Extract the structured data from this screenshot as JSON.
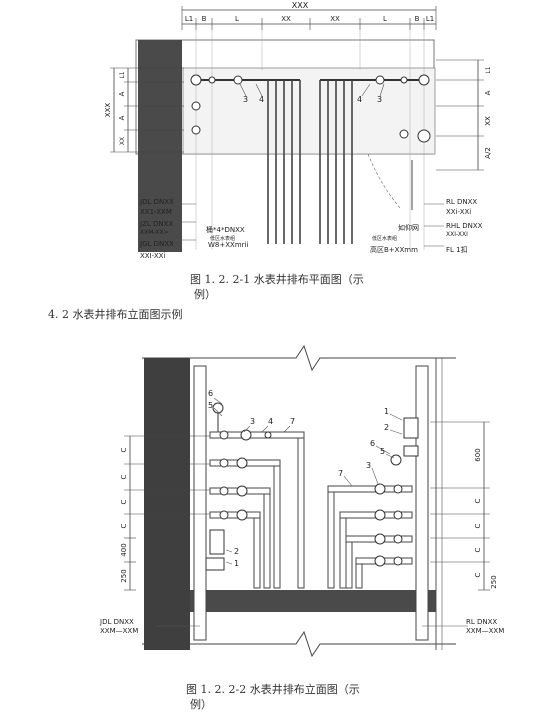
{
  "plan": {
    "dims": {
      "top": "XXX",
      "l1_left": "L1",
      "b_left": "B",
      "l_left": "L",
      "xx_left": "XX",
      "xx_right": "XX",
      "l_right": "L",
      "b_right": "B",
      "l1_right": "L1",
      "left_xxx": "XXX",
      "left_a1": "A",
      "left_a2": "A",
      "left_xx": "XX",
      "left_l1": "L1",
      "right_l1": "L1",
      "right_a": "A",
      "right_xx": "XX",
      "right_a2": "A/2"
    },
    "callouts": {
      "n3a": "3",
      "n4a": "4",
      "n4b": "4",
      "n3b": "3"
    },
    "left_labels": [
      "JDL DNXX",
      "XX1-XXM",
      "JZL DNXX",
      "XXM-XX>",
      "JGL DNXX",
      "XXI-XXi"
    ],
    "right_labels": [
      "RL DNXX",
      "XXi-XXi",
      "RHL DNXX",
      "XXI-XXI",
      "FL 1扣"
    ],
    "center_left_label": [
      "桶*4*DNXX",
      "低区水表组",
      "W8+XXmrii"
    ],
    "center_right_label": [
      "低区水表组",
      "高区B+XXmm"
    ],
    "door_note": "如仰网"
  },
  "caption1_line1": "图 1. 2. 2-1 水表井排布平面图（示",
  "caption1_line2": "例）",
  "section_heading": "4. 2 水表井排布立面图示例",
  "elevation": {
    "callouts_left": {
      "n6": "6",
      "n5": "5",
      "n3": "3",
      "n4": "4",
      "n7": "7",
      "n2": "2",
      "n1": "1"
    },
    "callouts_right": {
      "n1": "1",
      "n2": "2",
      "n6": "6",
      "n5": "5",
      "n3": "3",
      "n7": "7"
    },
    "left_dims": [
      "C",
      "C",
      "C",
      "C",
      "400",
      "250"
    ],
    "right_dims": [
      "600",
      "C",
      "C",
      "C",
      "C",
      "250"
    ],
    "left_label": [
      "JDL DNXX",
      "XXM—XXM"
    ],
    "right_label": [
      "RL DNXX",
      "XXM—XXM"
    ]
  },
  "caption2_line1": "图 1. 2. 2-2 水表井排布立面图（示",
  "caption2_line2": "例）"
}
